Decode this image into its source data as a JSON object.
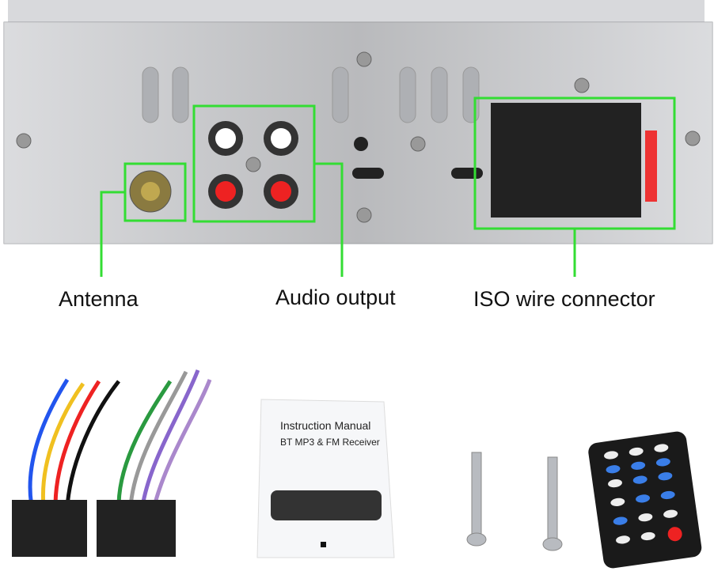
{
  "callouts": {
    "antenna": "Antenna",
    "audio_output": "Audio output",
    "iso_connector": "ISO wire connector"
  },
  "manual": {
    "title": "Instruction Manual",
    "subtitle": "BT  MP3 & FM Receiver"
  },
  "colors": {
    "callout": "#33dd33",
    "plate": "#c9cbd0"
  }
}
